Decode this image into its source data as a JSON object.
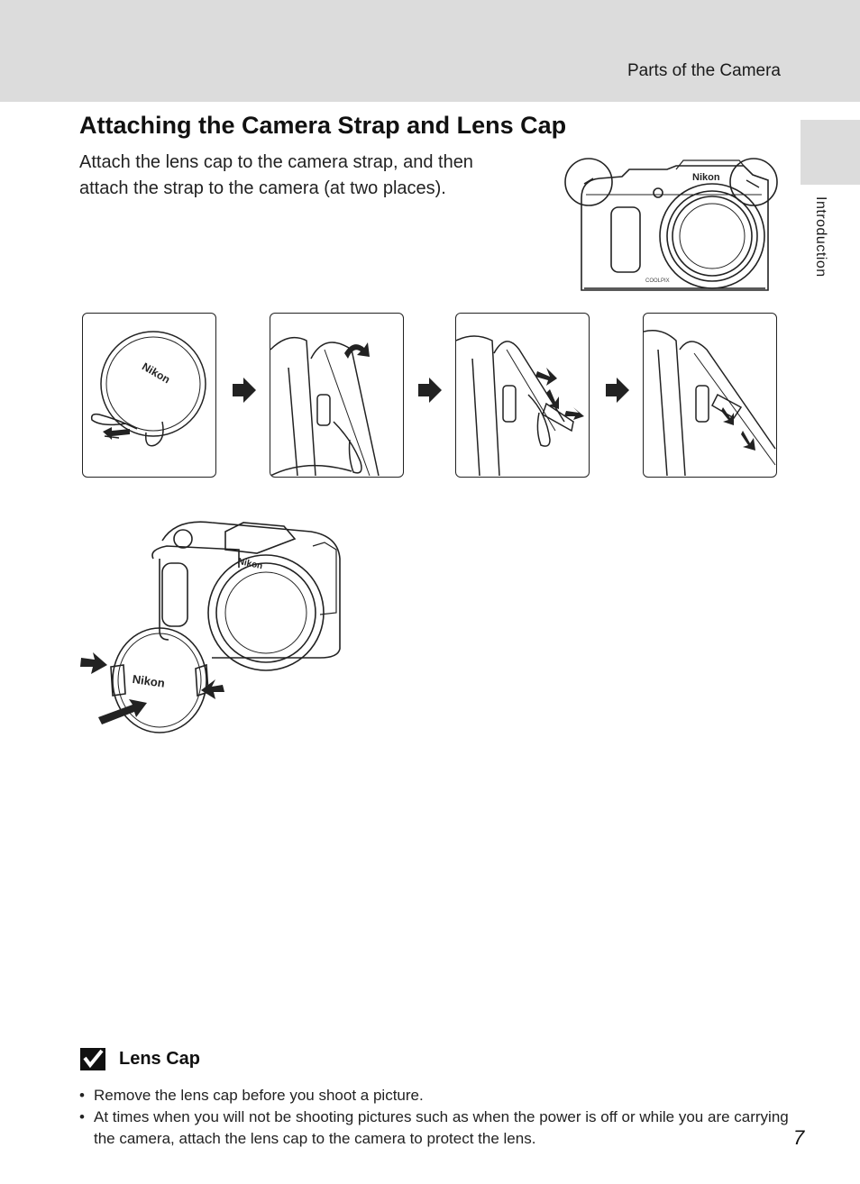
{
  "header": {
    "section": "Parts of the Camera"
  },
  "side_tab": {
    "label": "Introduction"
  },
  "title": "Attaching the Camera Strap and Lens Cap",
  "intro": {
    "line1": "Attach the lens cap to the camera strap, and then",
    "line2": "attach the strap to the camera (at two places)."
  },
  "figures": {
    "brand": "Nikon",
    "model": "COOLPIX"
  },
  "note": {
    "title": "Lens Cap",
    "bullet": "•",
    "items": [
      "Remove the lens cap before you shoot a picture.",
      "At times when you will not be shooting pictures such as when the power is off or while you are carrying the camera, attach the lens cap to the camera to protect the lens."
    ]
  },
  "page_number": "7"
}
